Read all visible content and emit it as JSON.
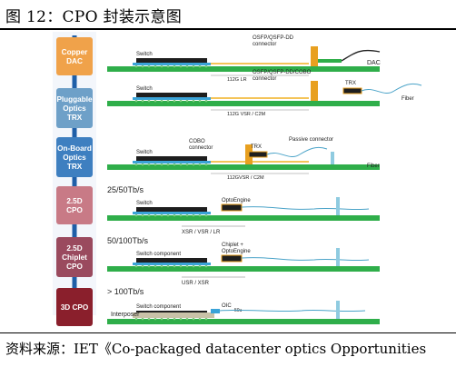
{
  "figure": {
    "title": "图 12：CPO 封装示意图",
    "source": "资料来源：IET《Co-packaged datacenter optics Opportunities"
  },
  "stages": [
    {
      "label": "Copper DAC",
      "lines": [
        "Copper",
        "DAC"
      ],
      "color": "#f0a24a",
      "switch": "Switch",
      "conn": "OSFP/QSFP-DD connector",
      "conn_lines": [
        "OSFP/QSFP-DD",
        "connector"
      ],
      "end": "DAC",
      "link": "112G LR"
    },
    {
      "label": "Pluggable Optics TRX",
      "lines": [
        "Pluggable",
        "Optics",
        "TRX"
      ],
      "color": "#6ea0c8",
      "switch": "Switch",
      "conn": "OSFP/QSFP-DD/COBO connector",
      "conn_lines": [
        "OSFP/QSFP-DD/COBO",
        "connector"
      ],
      "trx": "TRX",
      "end": "Fiber",
      "link": "112G VSR / C2M"
    },
    {
      "label": "On-Board Optics TRX",
      "lines": [
        "On-Board",
        "Optics",
        "TRX"
      ],
      "color": "#3e7fc0",
      "switch": "Switch",
      "conn": "COBO connector",
      "conn_lines": [
        "COBO",
        "connector"
      ],
      "trx": "TRX",
      "passive": "Passive connector",
      "end": "Fiber",
      "link": "112GVSR / C2M"
    },
    {
      "label": "2.5D CPO",
      "lines": [
        "2.5D",
        "CPO"
      ],
      "color": "#c87a86",
      "rate": "25/50Tb/s",
      "switch": "Switch",
      "engine": "OptoEngine",
      "engine_lines": [
        "OptoEngine"
      ],
      "link": "XSR / VSR / LR"
    },
    {
      "label": "2.5D Chiplet CPO",
      "lines": [
        "2.5D",
        "Chiplet",
        "CPO"
      ],
      "color": "#9a4a5e",
      "rate": "50/100Tb/s",
      "switch": "Switch component",
      "engine": "Chiplet + OptoEngine",
      "engine_lines": [
        "Chiplet +",
        "OptoEngine"
      ],
      "link": "USR / XSR"
    },
    {
      "label": "3D CPO",
      "lines": [
        "3D CPO"
      ],
      "color": "#8a1f2c",
      "rate": "> 100Tb/s",
      "switch": "Switch component",
      "interposer": "Interposer",
      "oic": "OIC",
      "size": "50u"
    }
  ]
}
